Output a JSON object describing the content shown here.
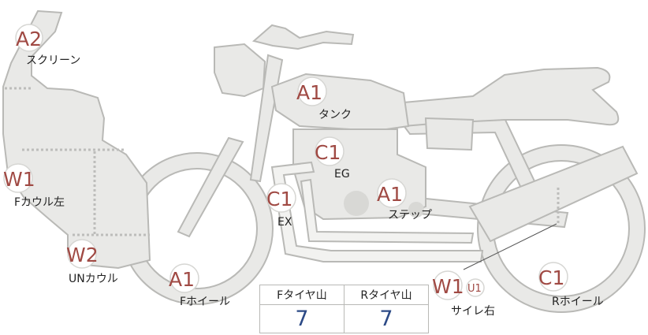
{
  "parts": [
    {
      "id": "screen",
      "grade": "A2",
      "label": "スクリーン"
    },
    {
      "id": "tank",
      "grade": "A1",
      "label": "タンク"
    },
    {
      "id": "engine",
      "grade": "C1",
      "label": "EG"
    },
    {
      "id": "exhaust",
      "grade": "C1",
      "label": "EX"
    },
    {
      "id": "step",
      "grade": "A1",
      "label": "ステップ"
    },
    {
      "id": "f-cowl-left",
      "grade": "W1",
      "label": "Fカウル左"
    },
    {
      "id": "under-cowl",
      "grade": "W2",
      "label": "UNカウル"
    },
    {
      "id": "front-wheel",
      "grade": "A1",
      "label": "Fホイール"
    },
    {
      "id": "silencer-right",
      "grade": "W1",
      "sub_grade": "U1",
      "label": "サイレ右"
    },
    {
      "id": "rear-wheel",
      "grade": "C1",
      "label": "Rホイール"
    }
  ],
  "tread_table": {
    "headers": [
      "Fタイヤ山",
      "Rタイヤ山"
    ],
    "values": [
      "7",
      "7"
    ]
  }
}
